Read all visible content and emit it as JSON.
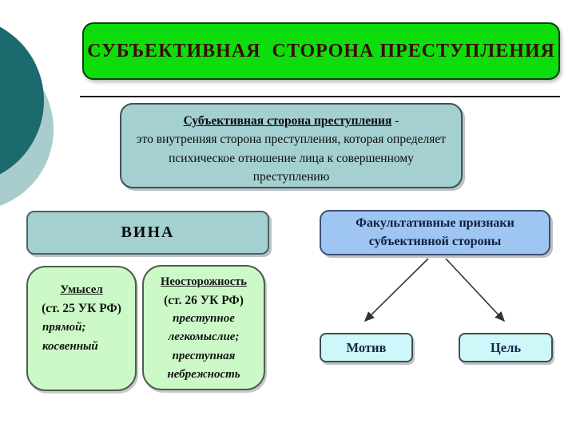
{
  "slide": {
    "title": "СУБЪЕКТИВНАЯ  СТОРОНА ПРЕСТУПЛЕНИЯ",
    "definition": {
      "term": "Субъективная сторона преступления",
      "dash": " -",
      "body": "это внутренняя сторона преступления, которая определяет психическое отношение лица к совершенному преступлению"
    },
    "vina": {
      "label": "ВИНА",
      "umysel": {
        "heading": "Умысел",
        "article": "(ст. 25 УК РФ)",
        "items": [
          "прямой;",
          "косвенный"
        ]
      },
      "neostorozhnost": {
        "heading": "Неосторожность",
        "article": "(ст. 26 УК РФ)",
        "items": [
          "преступное легкомыслие;",
          "преступная небрежность"
        ]
      }
    },
    "facultative": {
      "label": "Факультативные признаки субъективной стороны",
      "motive": "Мотив",
      "goal": "Цель"
    },
    "colors": {
      "title_fill": "#0ddd0d",
      "title_text": "#3a0c00",
      "teal_fill": "#a4d0d1",
      "green_fill": "#cdf8c8",
      "blue_fill": "#9fc6f2",
      "cyan_fill": "#cdf7f9",
      "circle_dark": "#1a6a6e",
      "circle_light": "#a9cccc"
    }
  }
}
